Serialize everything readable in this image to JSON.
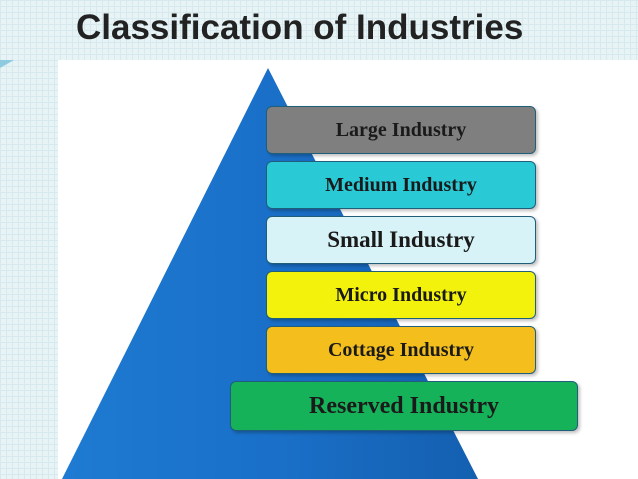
{
  "title": "Classification of Industries",
  "colors": {
    "pyramid": "#1e78d0",
    "pyramid_dark": "#1565b5",
    "tier_border": "#1f5f7a"
  },
  "tiers": [
    {
      "label": "Large Industry",
      "color": "#7f7f7f"
    },
    {
      "label": "Medium Industry",
      "color": "#29c9d6"
    },
    {
      "label": "Small Industry",
      "color": "#d8f3f7"
    },
    {
      "label": "Micro Industry",
      "color": "#f2f20c"
    },
    {
      "label": "Cottage Industry",
      "color": "#f4be1c"
    },
    {
      "label": "Reserved Industry",
      "color": "#16b25a"
    }
  ]
}
